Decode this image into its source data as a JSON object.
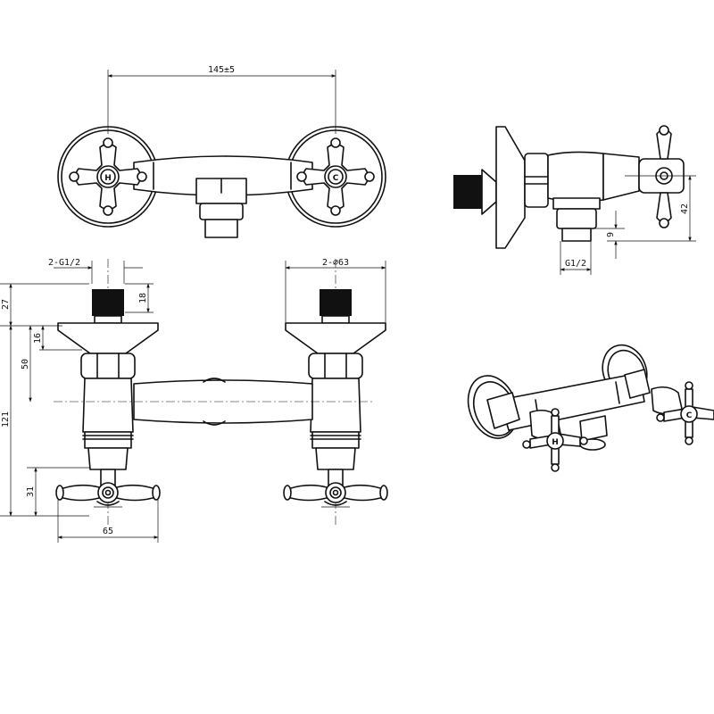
{
  "dimensions": {
    "top_width": "145±5",
    "thread_front": "2-G1/2",
    "flange_diameter": "2-∅63",
    "thread_length": "18",
    "thread_height": "27",
    "flange_thickness": "16",
    "body_height": "50",
    "overall_height": "121",
    "handle_height": "31",
    "handle_width": "65",
    "side_outlet": "G1/2",
    "side_offset": "9",
    "side_height": "42"
  },
  "handle_marks": {
    "hot": "H",
    "cold": "C"
  }
}
